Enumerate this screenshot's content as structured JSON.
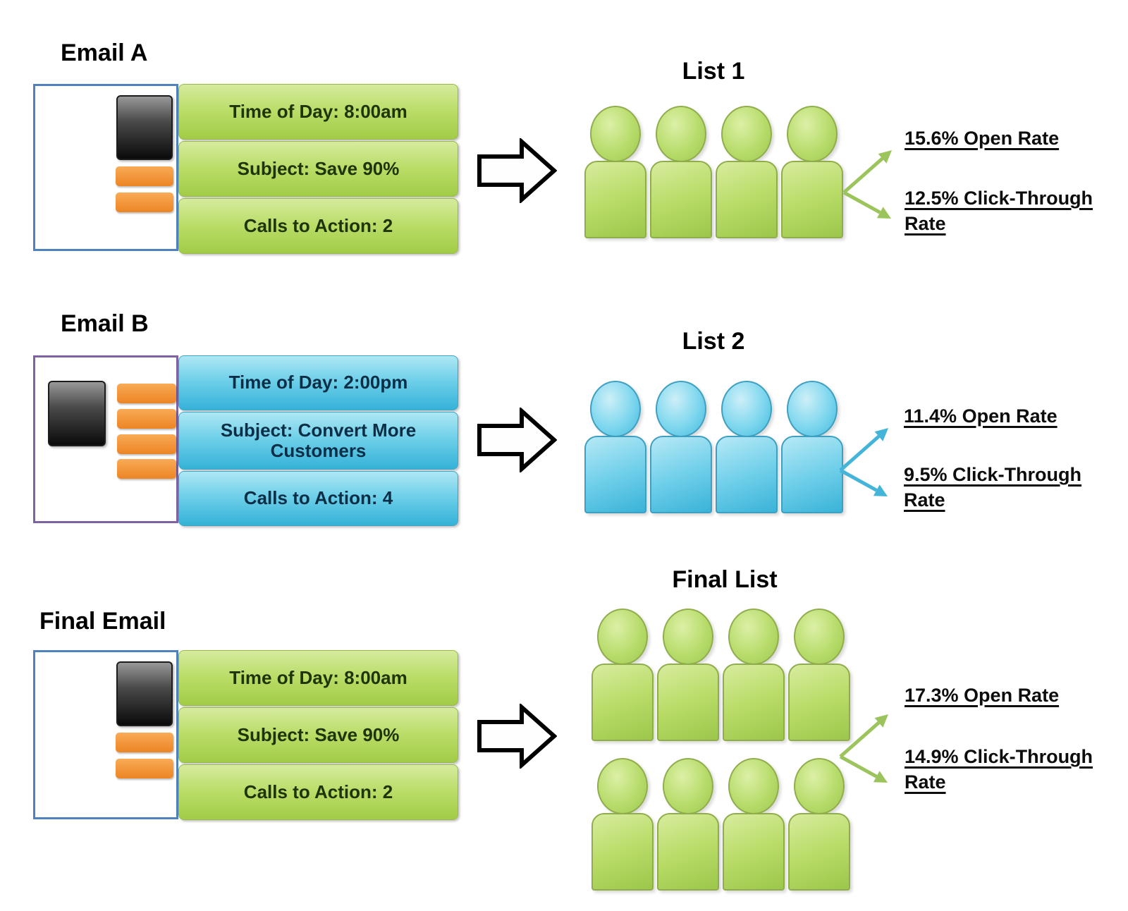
{
  "sections": [
    {
      "email": {
        "label": "Email A",
        "attributes": [
          "Time of Day: 8:00am",
          "Subject: Save 90%",
          "Calls to Action: 2"
        ]
      },
      "list": {
        "label": "List 1",
        "rows": [
          4
        ]
      },
      "results": {
        "open_rate": "15.6% Open Rate",
        "click_through": [
          "12.5% Click-Through",
          "Rate"
        ]
      }
    },
    {
      "email": {
        "label": "Email B",
        "attributes": [
          "Time of Day: 2:00pm",
          "Subject: Convert More Customers",
          "Calls to Action: 4"
        ]
      },
      "list": {
        "label": "List 2",
        "rows": [
          4
        ]
      },
      "results": {
        "open_rate": "11.4% Open Rate",
        "click_through": [
          "9.5% Click-Through",
          "Rate"
        ]
      }
    },
    {
      "email": {
        "label": "Final Email",
        "attributes": [
          "Time of Day: 8:00am",
          "Subject: Save 90%",
          "Calls to Action: 2"
        ]
      },
      "list": {
        "label": "Final List",
        "rows": [
          4,
          4
        ]
      },
      "results": {
        "open_rate": "17.3% Open Rate",
        "click_through": [
          "14.9% Click-Through",
          "Rate"
        ]
      }
    }
  ],
  "colors": {
    "email_a_border": "#4f81bd",
    "email_b_border": "#7e63a3",
    "final_email_border": "#4f81bd",
    "green_bar": "#aed157",
    "blue_bar": "#4fc2e0",
    "orange_accent": "#f2953a",
    "black_block": "#0a0a0a",
    "green_people": "#b5d96b",
    "blue_people": "#55c4e2",
    "arrow_green": "#9cc45c",
    "arrow_blue": "#44b5d8",
    "big_arrow_outline": "#000000",
    "text_black": "#111111"
  }
}
